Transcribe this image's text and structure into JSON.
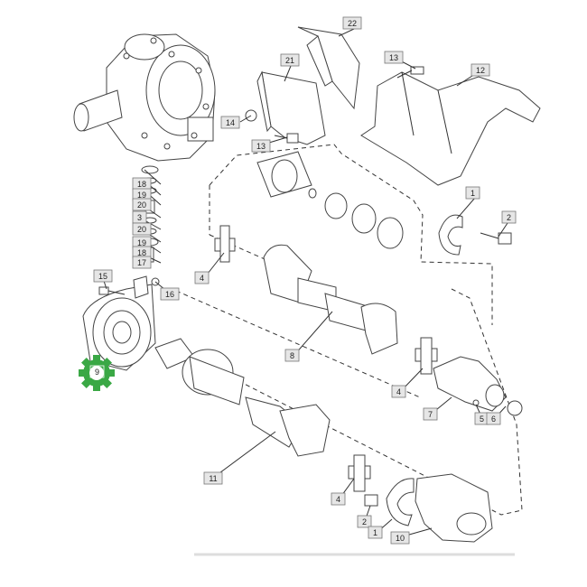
{
  "diagram": {
    "callouts": [
      {
        "id": "c22",
        "label": "22"
      },
      {
        "id": "c21",
        "label": "21"
      },
      {
        "id": "c13a",
        "label": "13"
      },
      {
        "id": "c12",
        "label": "12"
      },
      {
        "id": "c14",
        "label": "14"
      },
      {
        "id": "c13b",
        "label": "13"
      },
      {
        "id": "c18a",
        "label": "18"
      },
      {
        "id": "c19a",
        "label": "19"
      },
      {
        "id": "c20a",
        "label": "20"
      },
      {
        "id": "c3",
        "label": "3"
      },
      {
        "id": "c20b",
        "label": "20"
      },
      {
        "id": "c19b",
        "label": "19"
      },
      {
        "id": "c18b",
        "label": "18"
      },
      {
        "id": "c17",
        "label": "17"
      },
      {
        "id": "c1a",
        "label": "1"
      },
      {
        "id": "c2a",
        "label": "2"
      },
      {
        "id": "c4a",
        "label": "4"
      },
      {
        "id": "c15",
        "label": "15"
      },
      {
        "id": "c16",
        "label": "16"
      },
      {
        "id": "c8",
        "label": "8"
      },
      {
        "id": "c4b",
        "label": "4"
      },
      {
        "id": "c9",
        "label": "9"
      },
      {
        "id": "c7",
        "label": "7"
      },
      {
        "id": "c5",
        "label": "5"
      },
      {
        "id": "c6",
        "label": "6"
      },
      {
        "id": "c11",
        "label": "11"
      },
      {
        "id": "c4c",
        "label": "4"
      },
      {
        "id": "c2b",
        "label": "2"
      },
      {
        "id": "c1b",
        "label": "1"
      },
      {
        "id": "c10",
        "label": "10"
      }
    ],
    "highlight_color": "#3aa845",
    "highlight_icon": "gear-icon"
  }
}
